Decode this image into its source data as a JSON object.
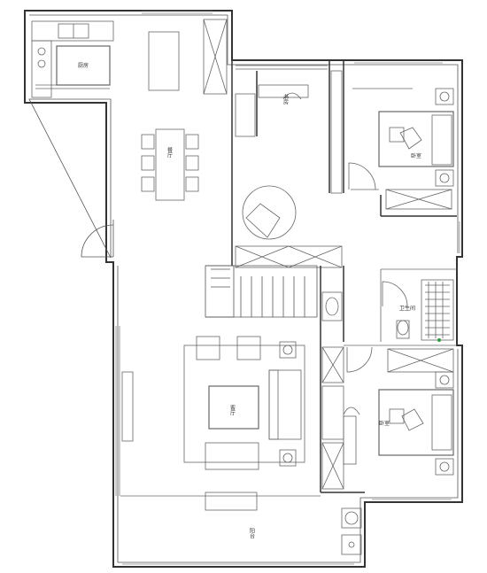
{
  "plan": {
    "wall_color": "#333333",
    "furniture_color": "#666666",
    "accent_color": "#2e9b3e",
    "rooms": {
      "kitchen": "厨房",
      "dining": "餐厅",
      "study": "书房",
      "living": "客厅",
      "bathroom": "卫生间",
      "bedroom": "卧室",
      "balcony": "阳台"
    }
  }
}
